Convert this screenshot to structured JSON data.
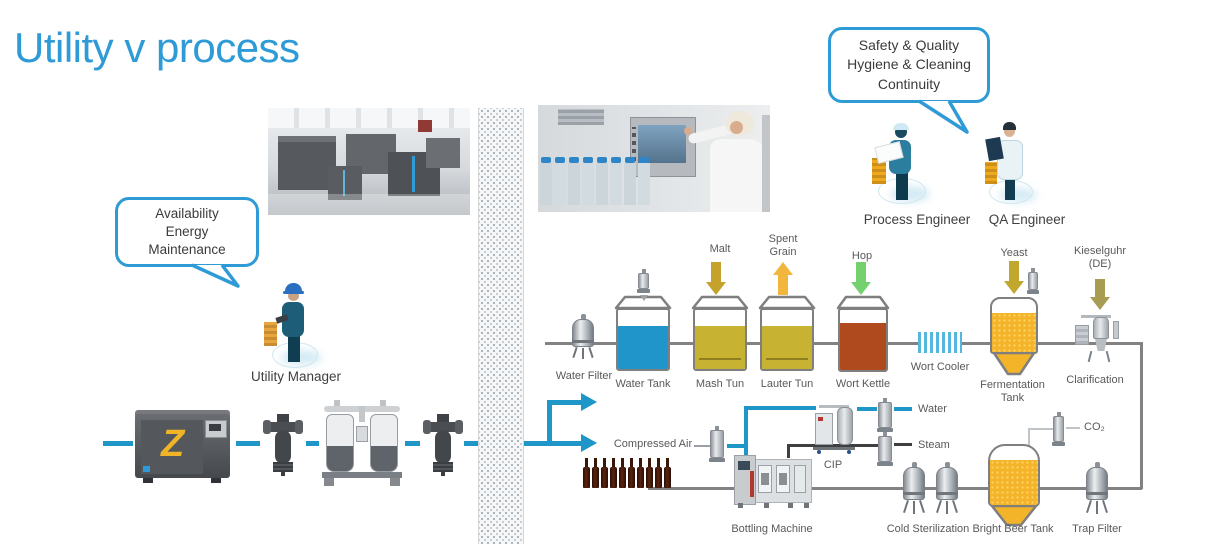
{
  "slide": {
    "title": "Utility v process"
  },
  "callouts": {
    "utility": {
      "line1": "Availability",
      "line2": "Energy",
      "line3": "Maintenance"
    },
    "process": {
      "line1": "Safety & Quality",
      "line2": "Hygiene & Cleaning",
      "line3": "Continuity"
    }
  },
  "people": {
    "utility_manager": "Utility Manager",
    "process_engineer": "Process Engineer",
    "qa_engineer": "QA Engineer"
  },
  "flow": {
    "water_filter": "Water Filter",
    "water_tank": "Water Tank",
    "mash_tun": "Mash Tun",
    "lauter_tun": "Lauter Tun",
    "wort_kettle": "Wort Kettle",
    "wort_cooler": "Wort Cooler",
    "fermentation_tank": "Fermentation Tank",
    "clarification": "Clarification",
    "inputs": {
      "malt": "Malt",
      "spent_grain": "Spent Grain",
      "hop": "Hop",
      "yeast": "Yeast",
      "kieselguhr": "Kieselguhr (DE)"
    },
    "bottom": {
      "compressed_air": "Compressed Air",
      "bottling_machine": "Bottling Machine",
      "cip": "CIP",
      "water": "Water",
      "steam": "Steam",
      "cold_sterilization": "Cold Sterilization",
      "bright_beer_tank": "Bright Beer Tank",
      "trap_filter": "Trap Filter",
      "co2": "CO₂"
    }
  },
  "colors": {
    "accent_blue": "#2E9BD6",
    "pipe_blue": "#1E96C8",
    "water_blue": "#2095C9",
    "mash_yellow": "#C7B231",
    "kettle_rust": "#AE4A1E",
    "beer_amber": "#F4B42A",
    "malt_arrow": "#C5A22B",
    "spent_grain_arrow": "#F0B73C",
    "hop_arrow": "#74D16E",
    "yeast_arrow": "#C1A72E",
    "kieselguhr_arrow": "#A89B52",
    "line_gray": "#808080"
  }
}
